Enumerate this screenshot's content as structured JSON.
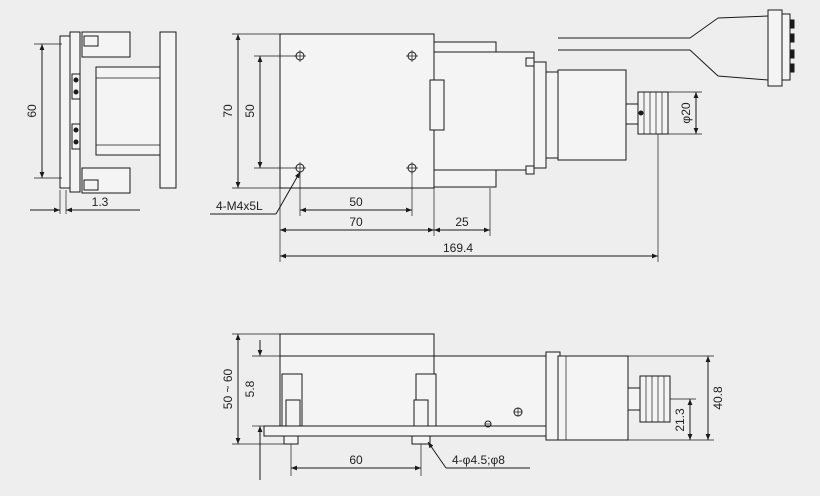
{
  "drawing": {
    "dimensions": {
      "side_height": "60",
      "side_offset": "1.3",
      "top_height": "70",
      "top_hole_height": "50",
      "hole_spec": "4-M4x5L",
      "hole_spacing": "50",
      "body_width": "70",
      "motor_offset": "25",
      "total_length": "169.4",
      "knob_dia": "φ20",
      "front_height_range": "50 ~ 60",
      "front_offset": "5.8",
      "front_hole_spacing": "60",
      "mount_hole_spec": "4-φ4.5;φ8",
      "front_total_height": "40.8",
      "knob_center_height": "21.3"
    }
  }
}
